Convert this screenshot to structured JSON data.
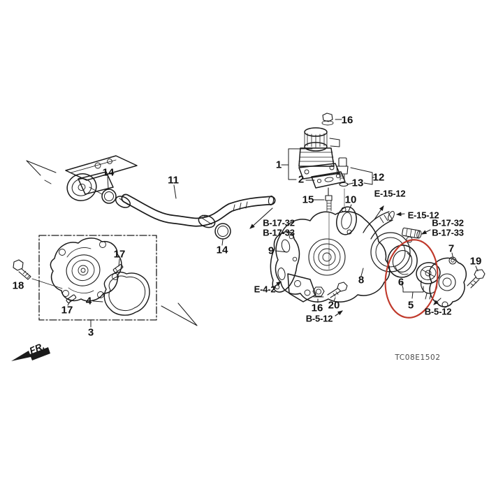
{
  "diagram": {
    "code": "TC08E1502",
    "fr_label": "FR.",
    "highlight_color": "#c0392b",
    "line_color": "#1a1a1a"
  },
  "labels": {
    "p1": "1",
    "p2": "2",
    "p3": "3",
    "p4": "4",
    "p5": "5",
    "p6": "6",
    "p7": "7",
    "p8": "8",
    "p9": "9",
    "p10": "10",
    "p11": "11",
    "p12": "12",
    "p13": "13",
    "p14a": "14",
    "p14b": "14",
    "p15": "15",
    "p16a": "16",
    "p16b": "16",
    "p17a": "17",
    "p17b": "17",
    "p18": "18",
    "p19": "19",
    "p20": "20"
  },
  "refs": {
    "e1512a": "E-15-12",
    "e1512b": "E-15-12",
    "b1732r": "B-17-32",
    "b1733r": "B-17-33",
    "b1732l": "B-17-32",
    "b1733l": "B-17-33",
    "e42": "E-4-2",
    "b512l": "B-5-12",
    "b512r": "B-5-12"
  }
}
